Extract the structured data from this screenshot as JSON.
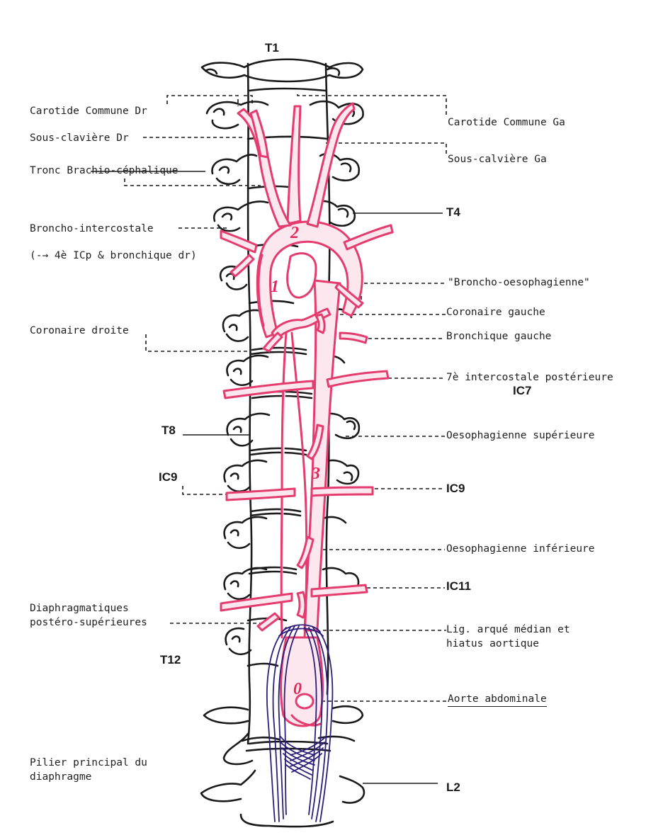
{
  "colors": {
    "aorta": "#e43c6e",
    "aorta_fill": "#fde7ee",
    "diaphragm": "#2d1d7a",
    "bone": "#1a1a1a",
    "leader": "#1a1a1a"
  },
  "vertebra_labels": {
    "t1": "T1",
    "t4": "T4",
    "t8": "T8",
    "t12": "T12",
    "l2": "L2",
    "ic7": "IC7",
    "ic9_left": "IC9",
    "ic9_right": "IC9",
    "ic11": "IC11"
  },
  "labels_left": {
    "carotide_dr": "Carotide Commune Dr",
    "sous_claviere_dr": "Sous-clavière Dr",
    "tronc": "Tronc Brachio-céphalique",
    "broncho_intercostale": "Broncho-intercostale",
    "broncho_note": "(-→ 4è ICp  & bronchique dr)",
    "coronaire_droite": "Coronaire droite",
    "diaphragmatiques_1": "Diaphragmatiques",
    "diaphragmatiques_2": "postéro-supérieures",
    "pilier_1": "Pilier principal du",
    "pilier_2": "diaphragme"
  },
  "labels_right": {
    "carotide_ga": "Carotide Commune Ga",
    "sous_calviere_ga": "Sous-calvière Ga",
    "broncho_oeso": "\"Broncho-oesophagienne\"",
    "coronaire_gauche": "Coronaire gauche",
    "bronchique_gauche": "Bronchique gauche",
    "intercostale_7": "7è intercostale postérieure",
    "oeso_sup": "Oesophagienne supérieure",
    "oeso_inf": "Oesophagienne inférieure",
    "lig_1": "Lig. arqué médian et",
    "lig_2": "hiatus aortique",
    "aorte_abdo": "Aorte abdominale"
  },
  "segment_numbers": {
    "s0": "0",
    "s1": "1",
    "s2": "2",
    "s3": "3"
  }
}
